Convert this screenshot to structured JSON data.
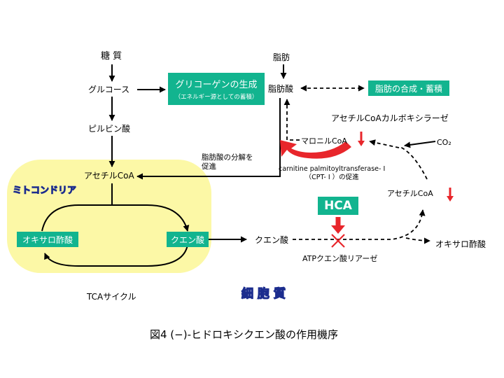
{
  "colors": {
    "teal": "#12b48f",
    "mito_fill": "#fcf8a6",
    "red": "#e8262b",
    "blue": "#1c2d8e",
    "white": "#ffffff"
  },
  "nodes": {
    "sugar": "糖 質",
    "glucose": "グルコース",
    "pyruvate": "ピルビン酸",
    "acetyl_coa_mito": "アセチルCoA",
    "fat": "脂肪",
    "fatty_acid": "脂肪酸",
    "malonyl_coa": "マロニルCoA",
    "acetyl_coa_cyto": "アセチルCoA",
    "co2": "CO₂",
    "citrate": "クエン酸",
    "oxaloacetate_cyto": "オキサロ酢酸"
  },
  "boxes": {
    "glycogen_title": "グリコーゲンの生成",
    "glycogen_sub": "（エネルギー源としての蓄積）",
    "fat_synthesis": "脂肪の合成・蓄積",
    "mito_oxaloacetate": "オキサロ酢酸",
    "mito_citrate": "クエン酸",
    "hca": "HCA"
  },
  "labels": {
    "mitochondria": "ミトコンドリア",
    "cytoplasm": "細 胞 質",
    "tca_cycle": "TCAサイクル",
    "acc_enzyme": "アセチルCoAカルボキシラーゼ",
    "fa_breakdown": [
      "脂肪酸の分解を",
      "促進"
    ],
    "cpt_promotion": [
      "carnitine palmitoyltransferase- I",
      "（CPT- I ）の促進"
    ],
    "atp_citrate_lyase": "ATPクエン酸リアーゼ"
  },
  "caption": "図4 (−)-ヒドロキシクエン酸の作用機序"
}
